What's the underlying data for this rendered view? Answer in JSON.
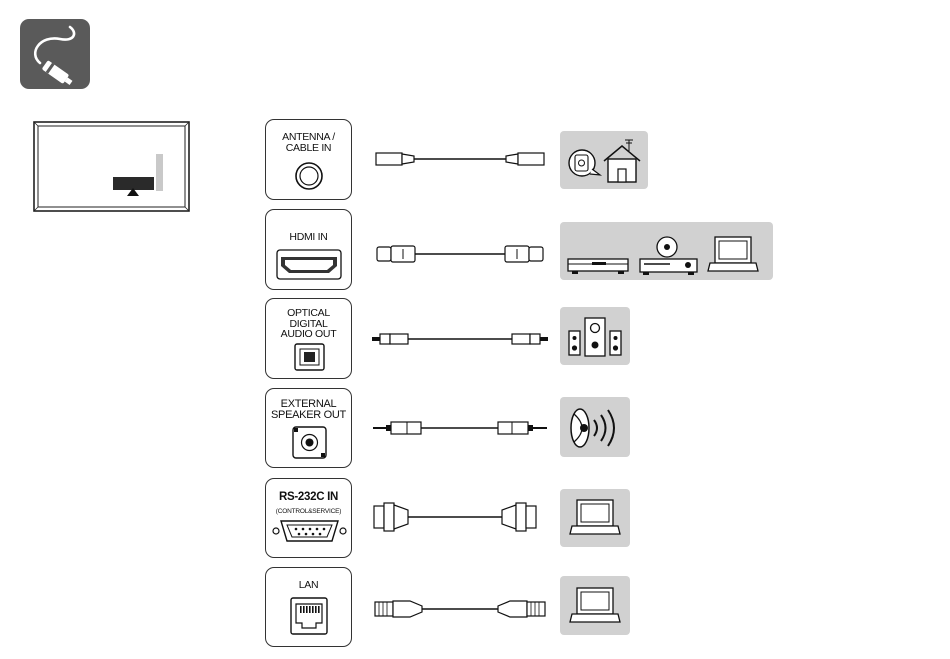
{
  "connections": [
    {
      "port_label": "ANTENNA /\nCABLE IN",
      "port_icon": "coax-port-icon",
      "cable": "coax-cable-icon",
      "devices": [
        "wall-antenna-outlet-icon",
        "house-antenna-icon"
      ]
    },
    {
      "port_label": "HDMI IN",
      "port_icon": "hdmi-port-icon",
      "cable": "hdmi-cable-icon",
      "devices": [
        "set-top-box-icon",
        "dvd-player-icon",
        "laptop-icon"
      ]
    },
    {
      "port_label": "OPTICAL\nDIGITAL\nAUDIO OUT",
      "port_icon": "optical-port-icon",
      "cable": "optical-cable-icon",
      "devices": [
        "speaker-system-icon"
      ]
    },
    {
      "port_label": "EXTERNAL\nSPEAKER OUT",
      "port_icon": "audio-jack-icon",
      "cable": "audio-cable-icon",
      "devices": [
        "speaker-icon"
      ]
    },
    {
      "port_label": "RS-232C IN",
      "port_sublabel": "(CONTROL&SERVICE)",
      "port_icon": "serial-port-icon",
      "cable": "serial-cable-icon",
      "devices": [
        "laptop-icon"
      ]
    },
    {
      "port_label": "LAN",
      "port_icon": "lan-port-icon",
      "cable": "lan-cable-icon",
      "devices": [
        "laptop-icon"
      ]
    }
  ]
}
